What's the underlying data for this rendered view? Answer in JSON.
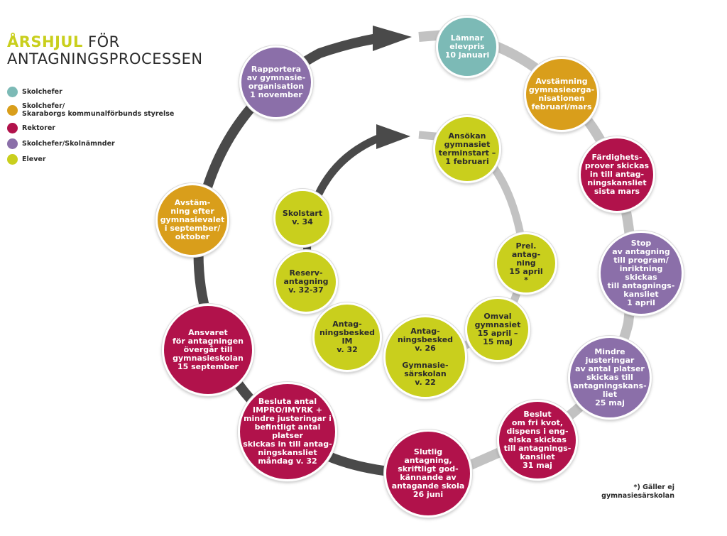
{
  "title": {
    "accent": "ÅRSHJUL",
    "rest": " FÖR",
    "line2": "ANTAGNINGSPROCESSEN"
  },
  "colors": {
    "teal": "#7cbab6",
    "orange": "#d99e1b",
    "crimson": "#b1124b",
    "purple": "#8b6fa9",
    "lime": "#c9cf1d",
    "gray_track": "#c2c2c2",
    "dark_track": "#4a4a4a"
  },
  "legend": [
    {
      "color": "teal",
      "label": "Skolchefer"
    },
    {
      "color": "orange",
      "label": "Skolchefer/\nSkaraborgs kommunalförbunds styrelse"
    },
    {
      "color": "crimson",
      "label": "Rektorer"
    },
    {
      "color": "purple",
      "label": "Skolchefer/Skolnämnder"
    },
    {
      "color": "lime",
      "label": "Elever"
    }
  ],
  "outer_ring": [
    {
      "color": "teal",
      "text": "Lämnar\nelevpris\n10 januari"
    },
    {
      "color": "orange",
      "text": "Avstämning\ngymnasieorga-\nnisationen\nfebruari/mars"
    },
    {
      "color": "crimson",
      "text": "Färdighets-\nprover skickas\nin till antag-\nningskansliet\nsista mars"
    },
    {
      "color": "purple",
      "text": "Stop\nav antagning\ntill program/\ninriktning skickas\ntill antagnings-\nkansliet\n1 april"
    },
    {
      "color": "purple",
      "text": "Mindre\njusteringar\nav antal platser\nskickas till\nantagningskans-\nliet\n25 maj"
    },
    {
      "color": "crimson",
      "text": "Beslut\nom fri kvot,\ndispens i eng-\nelska skickas\ntill antagnings-\nkansliet\n31 maj"
    },
    {
      "color": "crimson",
      "text": "Slutlig\nantagning,\nskriftligt god-\nkännande av\nantagande skola\n26 juni"
    },
    {
      "color": "crimson",
      "text": "Besluta antal\nIMPRO/IMYRK +\nmindre justeringar i\nbefintligt antal platser\nskickas in till antag-\nningskansliet\nmåndag v. 32"
    },
    {
      "color": "crimson",
      "text": "Ansvaret\nför antagningen\növergår till\ngymnasieskolan\n15 september"
    },
    {
      "color": "orange",
      "text": "Avstäm-\nning efter\ngymnasievalet\ni september/\noktober"
    },
    {
      "color": "purple",
      "text": "Rapportera\nav gymnasie-\norganisation\n1 november"
    }
  ],
  "inner_ring": [
    {
      "color": "lime",
      "text": "Ansökan\ngymnasiet\nterminstart –\n1 februari"
    },
    {
      "color": "lime",
      "text": "Prel.\nantag-\nning\n15 april\n*"
    },
    {
      "color": "lime",
      "text": "Omval\ngymnasiet\n15 april –\n15 maj"
    },
    {
      "color": "lime",
      "text": "Antag-\nningsbesked\nv. 26\n\nGymnasie-\nsärskolan\nv. 22"
    },
    {
      "color": "lime",
      "text": "Antag-\nningsbesked\nIM\nv. 32"
    },
    {
      "color": "lime",
      "text": "Reserv-\nantagning\nv. 32-37"
    },
    {
      "color": "lime",
      "text": "Skolstart\nv. 34"
    }
  ],
  "footnote": "*) Gäller ej\ngymnasiesärskolan"
}
